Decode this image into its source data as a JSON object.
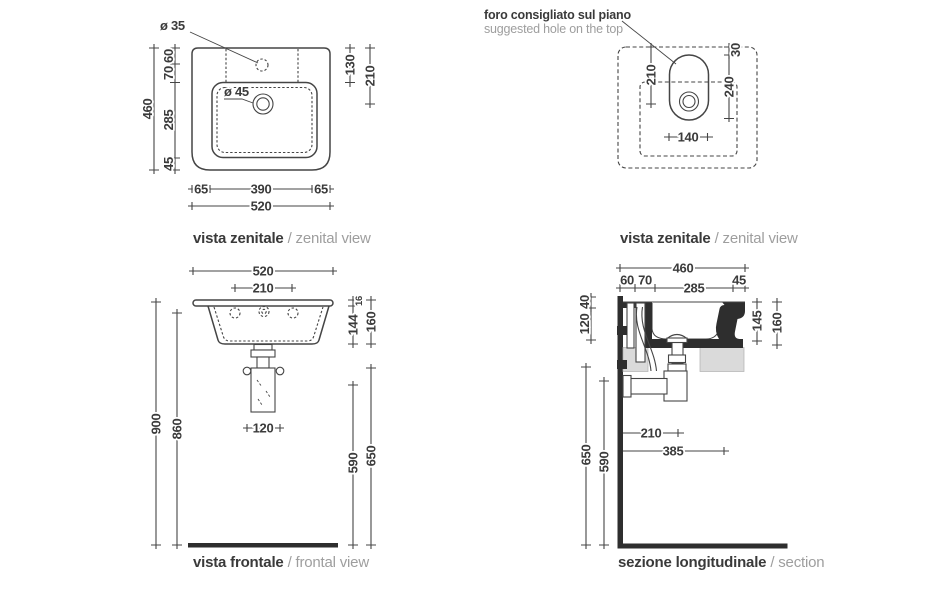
{
  "drawing": {
    "subject": "washbasin technical drawing",
    "colors": {
      "line": "#454545",
      "text": "#3b3b3b",
      "text_secondary": "#9e9e9e",
      "ceramic_section": "#2e2e2e",
      "bracket_fill": "#dadada",
      "background": "#ffffff"
    }
  },
  "views": {
    "zenital_left": {
      "label_it": "vista zenitale",
      "label_en": "/ zenital view",
      "dims": {
        "hole_top": "ø 35",
        "hole_drain": "ø 45",
        "total_height": "460",
        "seg_60": "60",
        "seg_70": "70",
        "seg_285": "285",
        "seg_45": "45",
        "right_130": "130",
        "right_210": "210",
        "bottom_65_left": "65",
        "bottom_390": "390",
        "bottom_65_right": "65",
        "bottom_520": "520"
      }
    },
    "zenital_right": {
      "note_it": "foro consigliato sul piano",
      "note_en": "suggested hole on the top",
      "label_it": "vista zenitale",
      "label_en": "/ zenital view",
      "dims": {
        "depth_210": "210",
        "top_30": "30",
        "height_240": "240",
        "width_140": "140"
      }
    },
    "frontal": {
      "label_it": "vista frontale",
      "label_en": "/ frontal view",
      "dims": {
        "top_520": "520",
        "top_210": "210",
        "rim_16": "16",
        "basin_144": "144",
        "basin_160": "160",
        "height_900": "900",
        "height_860": "860",
        "trap_120": "120",
        "right_590": "590",
        "right_650": "650"
      }
    },
    "section": {
      "label_it": "sezione longitudinale",
      "label_en": "/ section",
      "dims": {
        "top_460": "460",
        "seg_60": "60",
        "seg_70": "70",
        "seg_285": "285",
        "seg_45": "45",
        "left_40": "40",
        "left_120": "120",
        "right_145": "145",
        "right_160": "160",
        "left_650": "650",
        "left_590": "590",
        "bottom_210": "210",
        "bottom_385": "385"
      }
    }
  }
}
